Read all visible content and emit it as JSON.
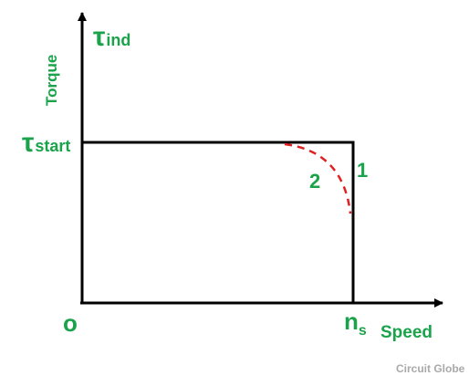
{
  "labels": {
    "y_axis_title": "Torque",
    "y_axis_symbol": "τ",
    "y_axis_subscript": "ind",
    "start_symbol": "τ",
    "start_subscript": "start",
    "origin": "o",
    "speed_symbol": "n",
    "speed_subscript": "s",
    "x_axis_title": "Speed",
    "curve_1": "1",
    "curve_2": "2"
  },
  "credit": "Circuit Globe",
  "colors": {
    "axis": "#000000",
    "label": "#1aa34a",
    "dashed_curve": "#e02020",
    "credit": "#a9a9a9"
  }
}
